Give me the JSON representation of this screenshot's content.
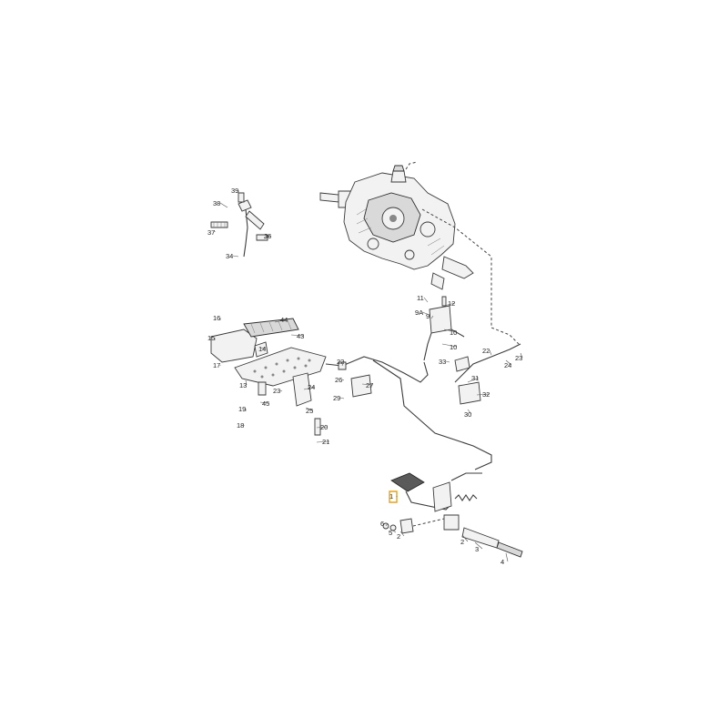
{
  "labels": [
    {
      "id": "1",
      "text": "1"
    },
    {
      "id": "2a",
      "text": "2"
    },
    {
      "id": "2b",
      "text": "2"
    },
    {
      "id": "3",
      "text": "3"
    },
    {
      "id": "4",
      "text": "4"
    },
    {
      "id": "5",
      "text": "5"
    },
    {
      "id": "6",
      "text": "6"
    },
    {
      "id": "9",
      "text": "9"
    },
    {
      "id": "9A",
      "text": "9A"
    },
    {
      "id": "10a",
      "text": "10"
    },
    {
      "id": "10b",
      "text": "10"
    },
    {
      "id": "11",
      "text": "11"
    },
    {
      "id": "12",
      "text": "12"
    },
    {
      "id": "13",
      "text": "13"
    },
    {
      "id": "14",
      "text": "14"
    },
    {
      "id": "15",
      "text": "15"
    },
    {
      "id": "16",
      "text": "16"
    },
    {
      "id": "17",
      "text": "17"
    },
    {
      "id": "18",
      "text": "18"
    },
    {
      "id": "19",
      "text": "19"
    },
    {
      "id": "20",
      "text": "20"
    },
    {
      "id": "21",
      "text": "21"
    },
    {
      "id": "22a",
      "text": "22"
    },
    {
      "id": "22b",
      "text": "22"
    },
    {
      "id": "23a",
      "text": "23"
    },
    {
      "id": "23b",
      "text": "23"
    },
    {
      "id": "24a",
      "text": "24"
    },
    {
      "id": "24b",
      "text": "24"
    },
    {
      "id": "25",
      "text": "25"
    },
    {
      "id": "26",
      "text": "26"
    },
    {
      "id": "27",
      "text": "27"
    },
    {
      "id": "29",
      "text": "29"
    },
    {
      "id": "30",
      "text": "30"
    },
    {
      "id": "31",
      "text": "31"
    },
    {
      "id": "32",
      "text": "32"
    },
    {
      "id": "33",
      "text": "33"
    },
    {
      "id": "34",
      "text": "34"
    },
    {
      "id": "36",
      "text": "36"
    },
    {
      "id": "37",
      "text": "37"
    },
    {
      "id": "38",
      "text": "38"
    },
    {
      "id": "39",
      "text": "39"
    },
    {
      "id": "43",
      "text": "43"
    },
    {
      "id": "44",
      "text": "44"
    },
    {
      "id": "45",
      "text": "45"
    }
  ],
  "colors": {
    "highlight": "#e9a21a",
    "line": "#3a3a3a",
    "pad": "#5a5a5a"
  }
}
